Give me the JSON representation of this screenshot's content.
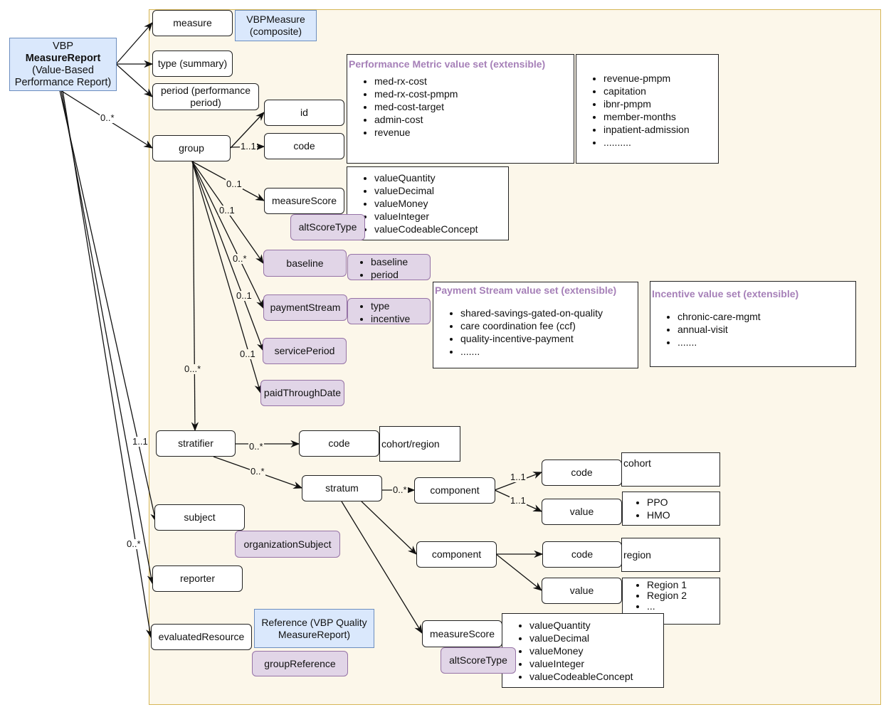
{
  "nodes": {
    "vbp": {
      "line1": "VBP",
      "line2": "MeasureReport",
      "line3": "(Value-Based Performance Report)"
    },
    "measure": "measure",
    "vbpmeasure": "VBPMeasure (composite)",
    "type": "type (summary)",
    "period": "period (performance period)",
    "id": "id",
    "code": "code",
    "group": "group",
    "measureScore": "measureScore",
    "altScoreType": "altScoreType",
    "baseline": "baseline",
    "paymentStream": "paymentStream",
    "servicePeriod": "servicePeriod",
    "paidThroughDate": "paidThroughDate",
    "stratifier": "stratifier",
    "stratifierCode": "code",
    "stratum": "stratum",
    "component1": "component",
    "component2": "component",
    "c1code": "code",
    "c1value": "value",
    "c2code": "code",
    "c2value": "value",
    "measureScore2": "measureScore",
    "altScoreType2": "altScoreType",
    "subject": "subject",
    "organizationSubject": "organizationSubject",
    "reporter": "reporter",
    "evaluatedResource": "evaluatedResource",
    "reference": "Reference (VBP Quality MeasureReport)",
    "groupReference": "groupReference"
  },
  "boxes": {
    "perfMetric": {
      "title": "Performance Metric value set (extensible)",
      "items": [
        "med-rx-cost",
        "med-rx-cost-pmpm",
        "med-cost-target",
        "admin-cost",
        "revenue"
      ]
    },
    "perfMetric2": {
      "items": [
        "revenue-pmpm",
        "capitation",
        "ibnr-pmpm",
        "member-months",
        "inpatient-admission",
        ".........."
      ]
    },
    "valueTypes": {
      "items": [
        "valueQuantity",
        "valueDecimal",
        "valueMoney",
        "valueInteger",
        "valueCodeableConcept"
      ]
    },
    "baselineItems": {
      "items": [
        "baseline",
        "period"
      ]
    },
    "paymentItems": {
      "items": [
        "type",
        "incentive"
      ]
    },
    "paymentStream": {
      "title": "Payment Stream value set (extensible)",
      "items": [
        "shared-savings-gated-on-quality",
        "care coordination fee (ccf)",
        "quality-incentive-payment",
        "......."
      ]
    },
    "incentive": {
      "title": "Incentive value set (extensible)",
      "items": [
        "chronic-care-mgmt",
        "annual-visit",
        "......."
      ]
    },
    "cohortRegion": "cohort/region",
    "cohort": "cohort",
    "plan": {
      "items": [
        "PPO",
        "HMO"
      ]
    },
    "region": "region",
    "regions": {
      "items": [
        "Region 1",
        "Region 2",
        "..."
      ]
    },
    "valueTypes2": {
      "items": [
        "valueQuantity",
        "valueDecimal",
        "valueMoney",
        "valueInteger",
        "valueCodeableConcept"
      ]
    }
  },
  "edge_labels": [
    "0..*",
    "1..1",
    "0..1",
    "0..1",
    "0..*",
    "0..1",
    "0..1",
    "0...*",
    "1..1",
    "0..*",
    "0..*",
    "0..*",
    "0..*",
    "1..1",
    "1..1"
  ],
  "colors": {
    "area_fill": "#fcf7ea",
    "area_border": "#d6b656",
    "blue": "#dae8fc",
    "purple": "#e1d5e7",
    "title_purple": "#a680b8"
  }
}
